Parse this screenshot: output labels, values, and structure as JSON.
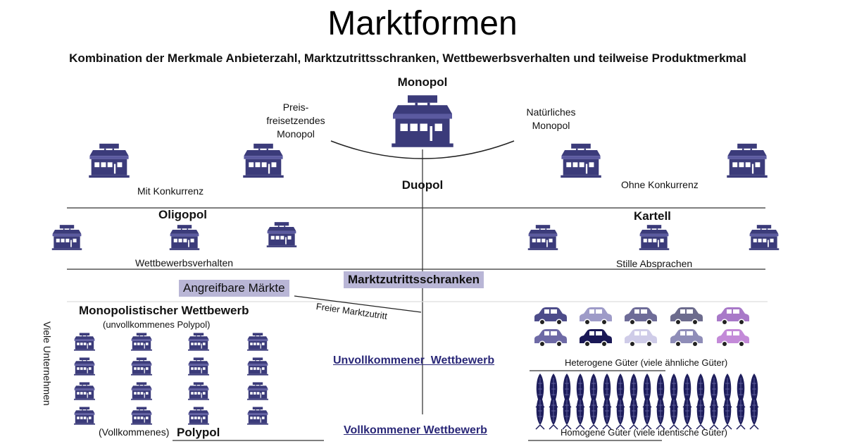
{
  "title": "Marktformen",
  "subtitle": "Kombination der Merkmale Anbieterzahl, Marktzutrittsschranken, Wettbewerbsverhalten und teilweise Produktmerkmal",
  "monopol": {
    "label": "Monopol",
    "left_label": [
      "Preis-",
      "freisetzendes",
      "Monopol"
    ],
    "right_label": [
      "Natürliches",
      "Monopol"
    ]
  },
  "duopol": {
    "label": "Duopol",
    "left_note": "Mit Konkurrenz",
    "right_note": "Ohne Konkurrenz"
  },
  "oligopol": {
    "label": "Oligopol",
    "note": "Wettbewerbsverhalten"
  },
  "kartell": {
    "label": "Kartell",
    "note": "Stille Absprachen"
  },
  "marktzutrittsschranken": "Marktzutrittsschranken",
  "angreifbare_maerkte": "Angreifbare Märkte",
  "freier_marktzutritt": "Freier Marktzutritt",
  "monopolistischer_wettbewerb": {
    "label": "Monopolistischer Wettbewerb",
    "sub": "(unvollkommenes Polypol)"
  },
  "viele_unternehmen": "Viele Unternehmen",
  "polypol": {
    "prefix": "(Vollkommenes)",
    "label": "Polypol"
  },
  "unvollkommener_wettbewerb": "Unvollkommener  Wettbewerb",
  "vollkommener_wettbewerb": "Vollkommener Wettbewerb",
  "heterogene_gueter": "Heterogene Güter (viele ähnliche Güter)",
  "homogene_gueter": "Homogene Güter (viele identische Güter)",
  "colors": {
    "building": "#3b3b7a",
    "highlight_box": "#b9b6d6",
    "link": "#2a2878",
    "corn": "#1e1e5c",
    "line": "#555555",
    "car_colors": [
      "#4d4c8a",
      "#9e9bc8",
      "#6e6c98",
      "#6c6b8d",
      "#a879c8",
      "#6e6aa6",
      "#1a1856",
      "#cfcce8",
      "#8f8db8",
      "#c38ad8"
    ]
  }
}
